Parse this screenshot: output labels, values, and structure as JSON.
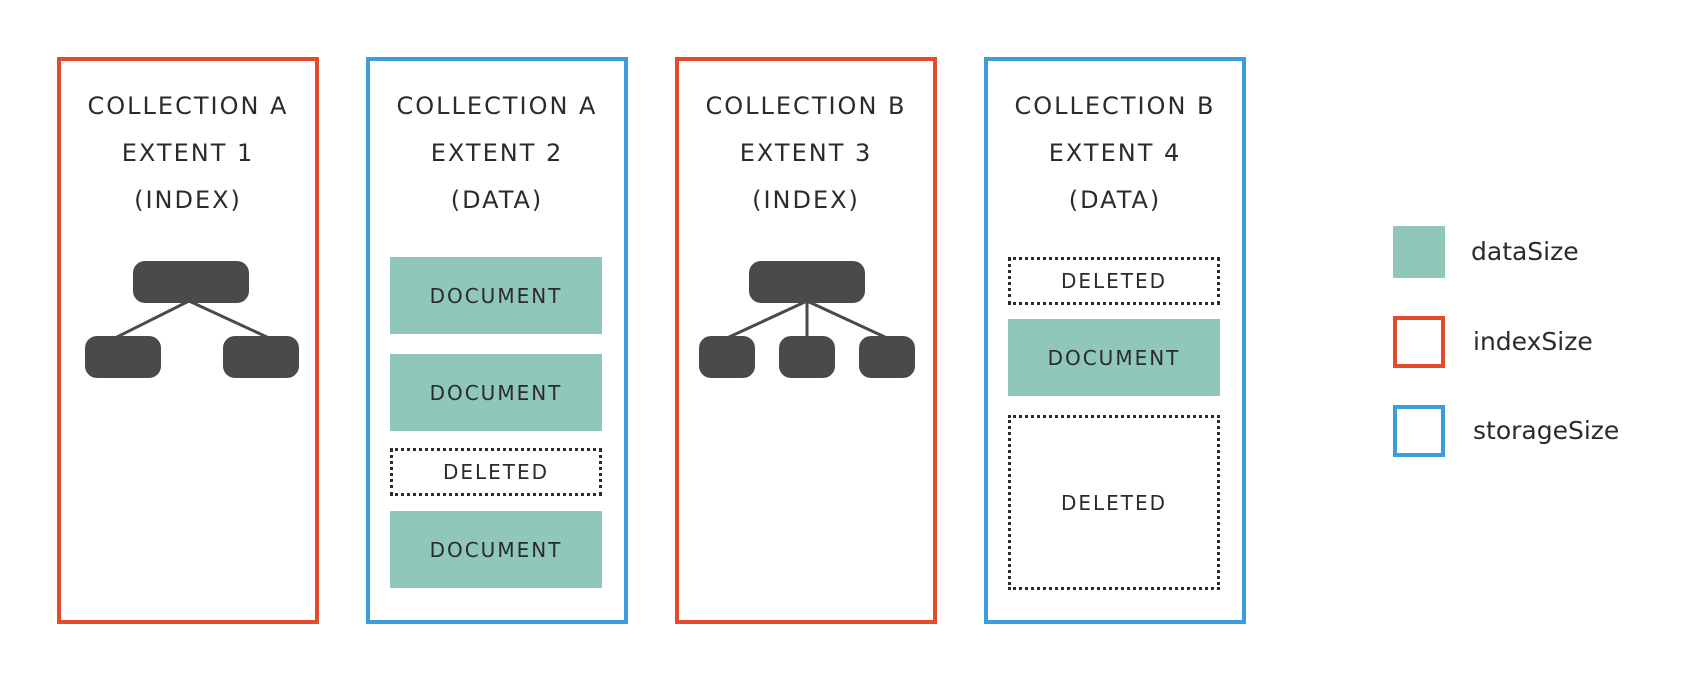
{
  "extents": [
    {
      "lines": [
        "COLLECTION A",
        "EXTENT 1",
        "(INDEX)"
      ]
    },
    {
      "lines": [
        "COLLECTION A",
        "EXTENT 2",
        "(DATA)"
      ],
      "blocks": [
        "DOCUMENT",
        "DOCUMENT",
        "DELETED",
        "DOCUMENT"
      ]
    },
    {
      "lines": [
        "COLLECTION B",
        "EXTENT 3",
        "(INDEX)"
      ]
    },
    {
      "lines": [
        "COLLECTION B",
        "EXTENT 4",
        "(DATA)"
      ],
      "blocks": [
        "DELETED",
        "DOCUMENT",
        "DELETED"
      ]
    }
  ],
  "legend": [
    {
      "label": "dataSize",
      "color": "#8fc7ba"
    },
    {
      "label": "indexSize",
      "color": "#e64a2e"
    },
    {
      "label": "storageSize",
      "color": "#3c9ddb"
    }
  ],
  "colors": {
    "index_border": "#e64a2e",
    "data_border": "#3c9ddb",
    "document_fill": "#8fc7ba",
    "node_fill": "#4a4a4a"
  }
}
